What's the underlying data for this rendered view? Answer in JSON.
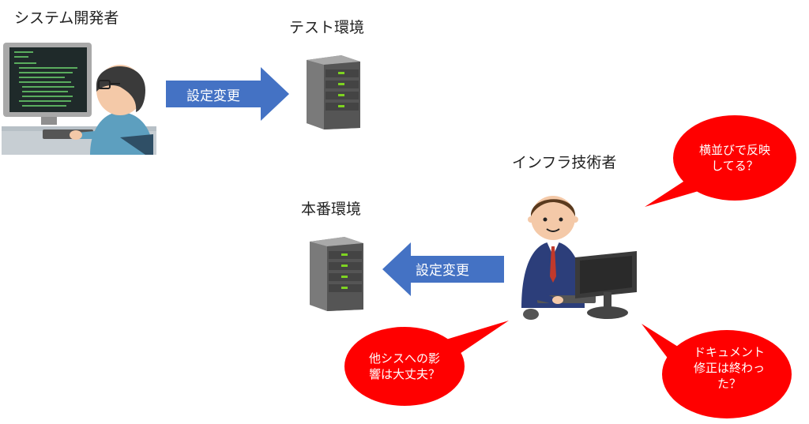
{
  "labels": {
    "dev": "システム開発者",
    "test_env": "テスト環境",
    "prod_env": "本番環境",
    "infra": "インフラ技術者"
  },
  "arrows": {
    "top": "設定変更",
    "bottom": "設定変更"
  },
  "bubbles": {
    "rollout": [
      "横並びで反映",
      "してる？"
    ],
    "impact": [
      "他シスへの影",
      "響は大丈夫？"
    ],
    "docs": [
      "ドキュメント",
      "修正は終わっ",
      "た？"
    ]
  },
  "colors": {
    "arrow": "#4472C4",
    "bubble": "#FF0000",
    "server": "#6b6b6b",
    "led": "#7ED321"
  }
}
